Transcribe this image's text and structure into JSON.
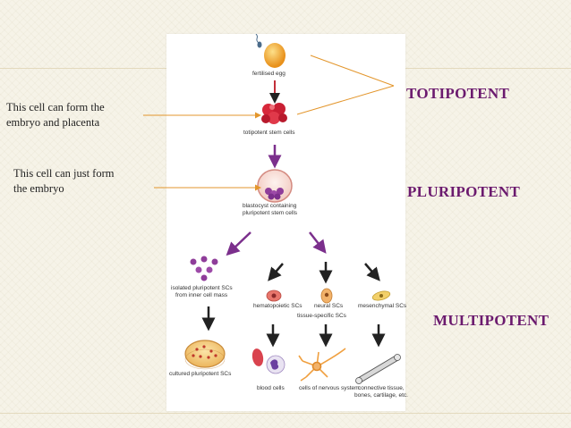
{
  "panel": {
    "labels": {
      "fertilised_egg": "fertilised egg",
      "totipotent_stem_cells": "totipotent stem cells",
      "blastocyst_line1": "blastocyst containing",
      "blastocyst_line2": "pluripotent stem cells",
      "isolated_line1": "isolated pluripotent SCs",
      "isolated_line2": "from inner cell mass",
      "hematopoietic": "hematopoietic SCs",
      "neural": "neural SCs",
      "mesenchymal": "mesenchymal SCs",
      "tissue_specific": "tissue-specific SCs",
      "cultured": "cultured pluripotent SCs",
      "blood_cells": "blood cells",
      "nervous_system": "cells of nervous system",
      "connective_line1": "connective tissue,",
      "connective_line2": "bones, cartilage, etc."
    }
  },
  "notes": {
    "cell1_line1": "This cell can form the",
    "cell1_line2": "embryo and placenta",
    "cell2_line1": "This cell can just form",
    "cell2_line2": "the embryo"
  },
  "potency": {
    "totipotent": "TOTIPOTENT",
    "pluripotent": "PLURIPOTENT",
    "multipotent": "MULTIPOTENT"
  },
  "colors": {
    "heading": "#6b1a6e",
    "pointer": "#e3962c",
    "arrow_purple": "#7b2f8c",
    "arrow_dark": "#222222",
    "egg": "#f2a521",
    "totipotent_cell": "#d7283a"
  }
}
